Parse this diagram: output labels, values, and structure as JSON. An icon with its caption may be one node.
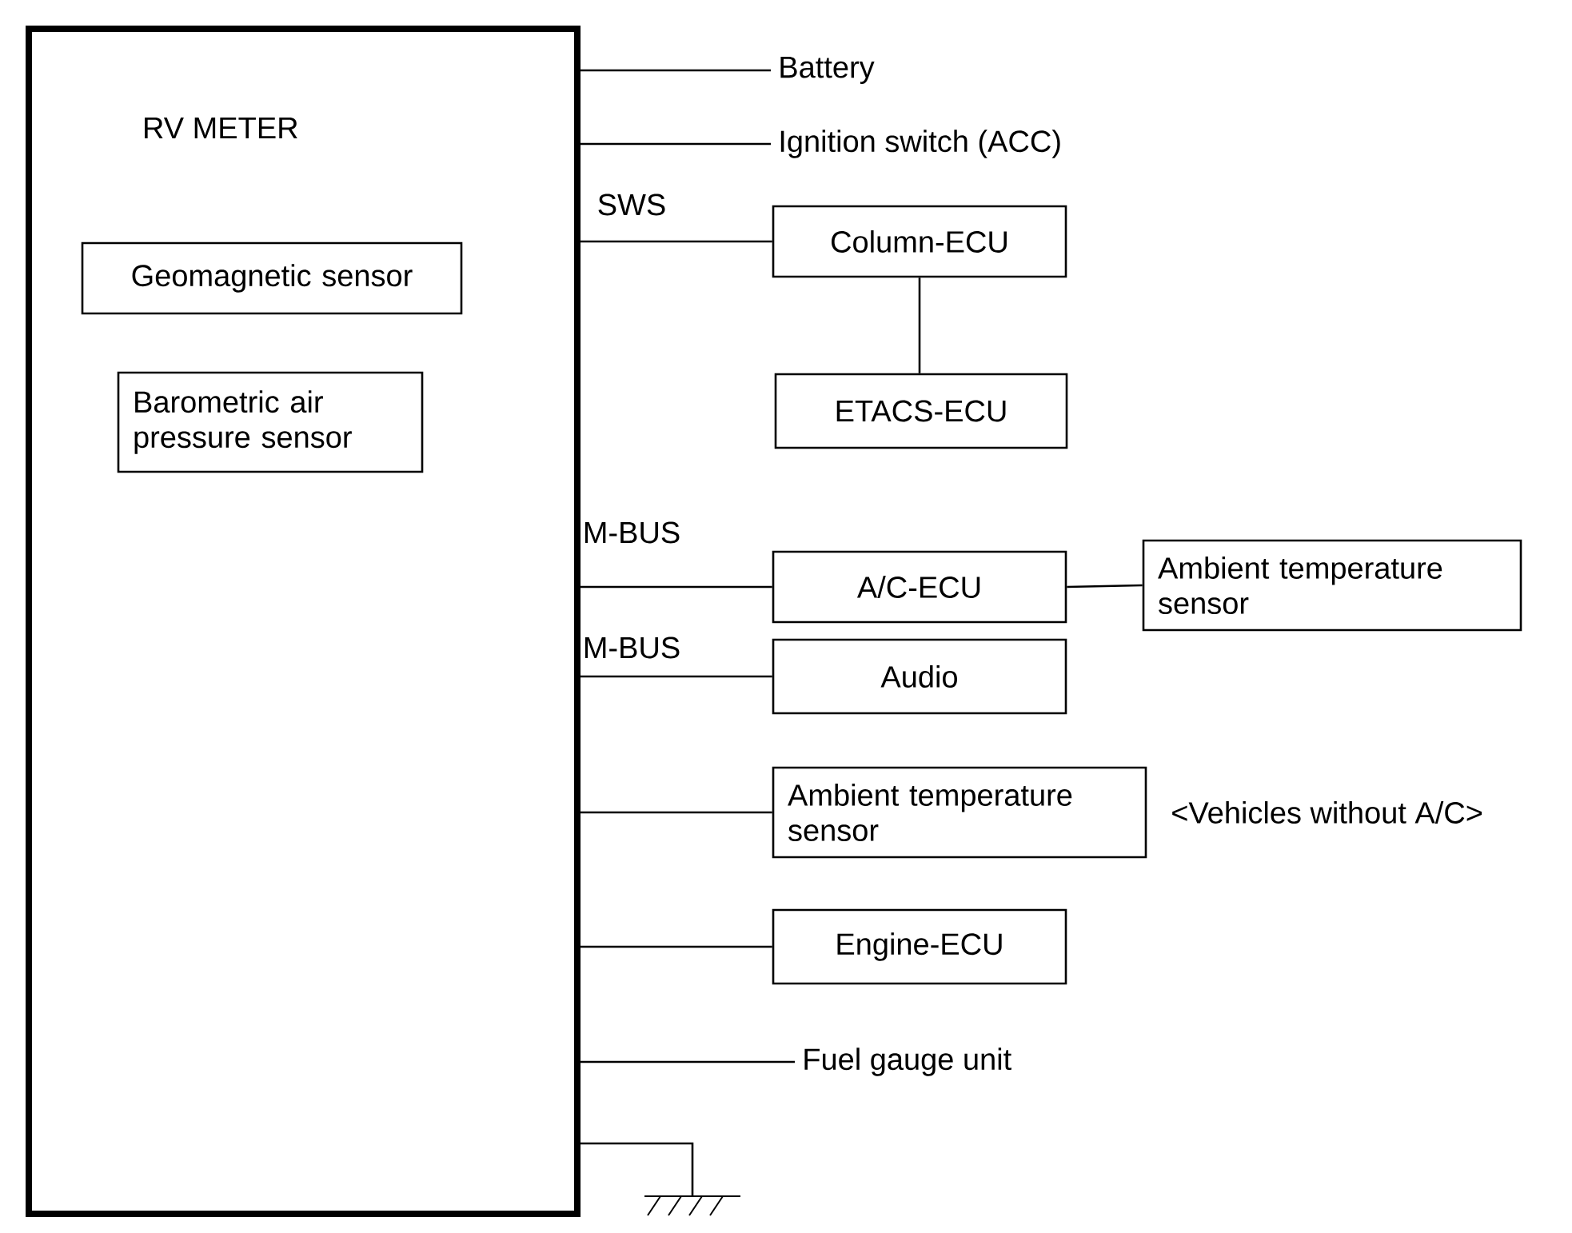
{
  "diagram": {
    "nodes": [
      {
        "text": [
          "RV METER"
        ]
      },
      {
        "text": [
          "Geomagnetic sensor"
        ],
        "in": 0
      },
      {
        "text": [
          "Barometric air pressure sensor"
        ],
        "in": 0
      },
      {
        "text": [
          "Battery"
        ]
      },
      {
        "text": [
          "Ignition switch (ACC)"
        ]
      },
      {
        "text": [
          "Column-ECU"
        ]
      },
      {
        "text": [
          "ETACS-ECU"
        ]
      },
      {
        "text": [
          "A/C-ECU"
        ]
      },
      {
        "text": [
          "Ambient temperature sensor"
        ]
      },
      {
        "text": [
          "Audio"
        ]
      },
      {
        "text": [
          "Ambient temperature sensor"
        ],
        "beside": [
          "<Vehicles without A/C>"
        ]
      },
      {
        "text": [
          "Engine-ECU"
        ]
      },
      {
        "text": [
          "Fuel gauge unit"
        ]
      },
      {
        "text": [],
        "shape": "ground"
      }
    ],
    "edges": [
      {
        "from": 0,
        "to": 3,
        "arrow": "none"
      },
      {
        "from": 0,
        "to": 4,
        "arrow": "none"
      },
      {
        "from": 0,
        "to": 5,
        "arrow": "none",
        "label": "SWS"
      },
      {
        "from": 5,
        "to": 6,
        "arrow": "none"
      },
      {
        "from": 0,
        "to": 7,
        "arrow": "none",
        "label": "M-BUS"
      },
      {
        "from": 7,
        "to": 8,
        "arrow": "none"
      },
      {
        "from": 0,
        "to": 9,
        "arrow": "none",
        "label": "M-BUS"
      },
      {
        "from": 0,
        "to": 10,
        "arrow": "none"
      },
      {
        "from": 0,
        "to": 11,
        "arrow": "none"
      },
      {
        "from": 0,
        "to": 12,
        "arrow": "none"
      },
      {
        "from": 0,
        "to": 13,
        "arrow": "none"
      }
    ]
  }
}
